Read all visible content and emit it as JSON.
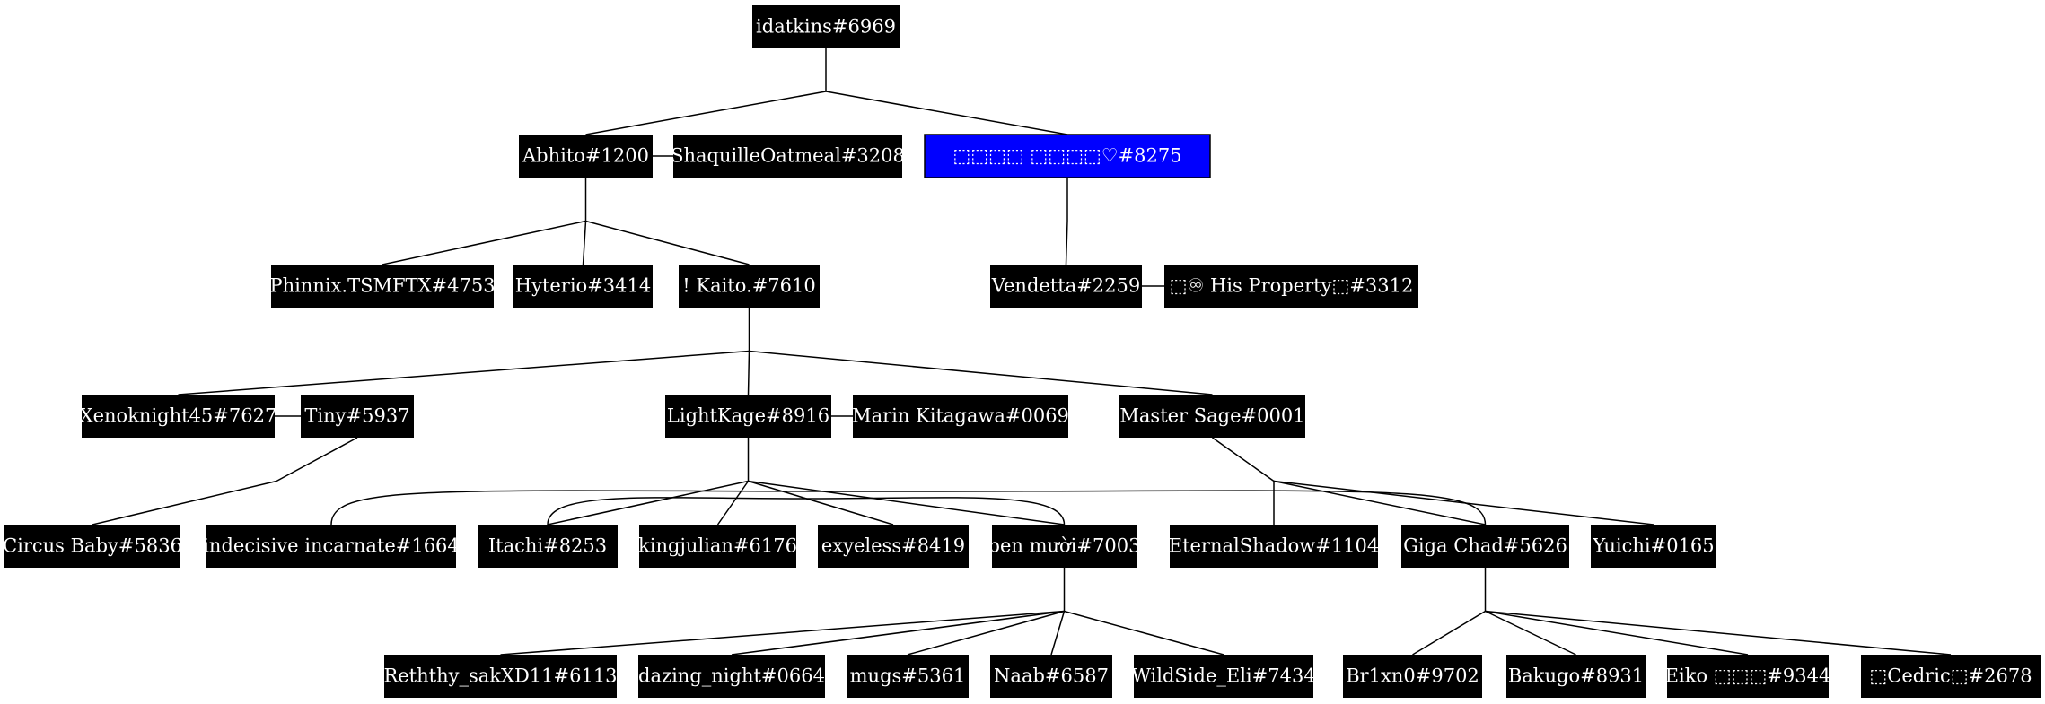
{
  "diagram": {
    "nodes": [
      {
        "id": "n0",
        "label": "idatkins#6969"
      },
      {
        "id": "n1",
        "label": "Abhito#1200"
      },
      {
        "id": "n2",
        "label": "ShaquilleOatmeal#3208"
      },
      {
        "id": "n3",
        "label": "⬚⬚⬚⬚ ⬚⬚⬚⬚♡#8275",
        "highlight": true,
        "highlight_color": "#0000ff"
      },
      {
        "id": "n4",
        "label": "Phinnix.TSMFTX#4753"
      },
      {
        "id": "n5",
        "label": "Hyterio#3414"
      },
      {
        "id": "n6",
        "label": "! Kaito.#7610"
      },
      {
        "id": "n7",
        "label": "Vendetta#2259"
      },
      {
        "id": "n8",
        "label": "⬚♾ His Property⬚#3312"
      },
      {
        "id": "n9",
        "label": "Xenoknight45#7627"
      },
      {
        "id": "n10",
        "label": "Tiny#5937"
      },
      {
        "id": "n11",
        "label": "LightKage#8916"
      },
      {
        "id": "n12",
        "label": "Marin Kitagawa#0069"
      },
      {
        "id": "n13",
        "label": "Master Sage#0001"
      },
      {
        "id": "n14",
        "label": "Circus Baby#5836"
      },
      {
        "id": "n15",
        "label": "indecisive incarnate#1664"
      },
      {
        "id": "n16",
        "label": "Itachi#8253"
      },
      {
        "id": "n17",
        "label": "kingjulian#6176"
      },
      {
        "id": "n18",
        "label": "exyeless#8419"
      },
      {
        "id": "n19",
        "label": "ben mười#7003"
      },
      {
        "id": "n20",
        "label": "EternalShadow#1104"
      },
      {
        "id": "n21",
        "label": "Giga Chad#5626"
      },
      {
        "id": "n22",
        "label": "Yuichi#0165"
      },
      {
        "id": "n23",
        "label": "Reththy_sakXD11#6113"
      },
      {
        "id": "n24",
        "label": "dazing_night#0664"
      },
      {
        "id": "n25",
        "label": "mugs#5361"
      },
      {
        "id": "n26",
        "label": "Naab#6587"
      },
      {
        "id": "n27",
        "label": "WildSide_Eli#7434"
      },
      {
        "id": "n28",
        "label": "Br1xn0#9702"
      },
      {
        "id": "n29",
        "label": "Bakugo#8931"
      },
      {
        "id": "n30",
        "label": "Eiko ⬚⬚⬚#9344"
      },
      {
        "id": "n31",
        "label": "⬚Cedric⬚#2678"
      }
    ],
    "partners": [
      [
        "n1",
        "n2"
      ],
      [
        "n7",
        "n8"
      ],
      [
        "n9",
        "n10"
      ],
      [
        "n11",
        "n12"
      ]
    ],
    "families": [
      {
        "parents": [
          "n0"
        ],
        "children": [
          "n1",
          "n3"
        ]
      },
      {
        "parents": [
          "n1"
        ],
        "children": [
          "n4",
          "n5",
          "n6"
        ]
      },
      {
        "parents": [
          "n3"
        ],
        "children": [
          "n7"
        ]
      },
      {
        "parents": [
          "n6"
        ],
        "children": [
          "n9",
          "n11",
          "n13"
        ]
      },
      {
        "parents": [
          "n10"
        ],
        "children": [
          "n14"
        ]
      },
      {
        "parents": [
          "n11"
        ],
        "children": [
          "n16",
          "n17",
          "n18",
          "n19"
        ]
      },
      {
        "parents": [
          "n13"
        ],
        "children": [
          "n20",
          "n21",
          "n22"
        ]
      },
      {
        "parents": [
          "n19"
        ],
        "children": [
          "n23",
          "n24",
          "n25",
          "n26",
          "n27"
        ]
      },
      {
        "parents": [
          "n21"
        ],
        "children": [
          "n28",
          "n29",
          "n30",
          "n31"
        ]
      }
    ],
    "cross_links": [
      [
        "n15",
        "n21"
      ],
      [
        "n16",
        "n19"
      ]
    ]
  }
}
